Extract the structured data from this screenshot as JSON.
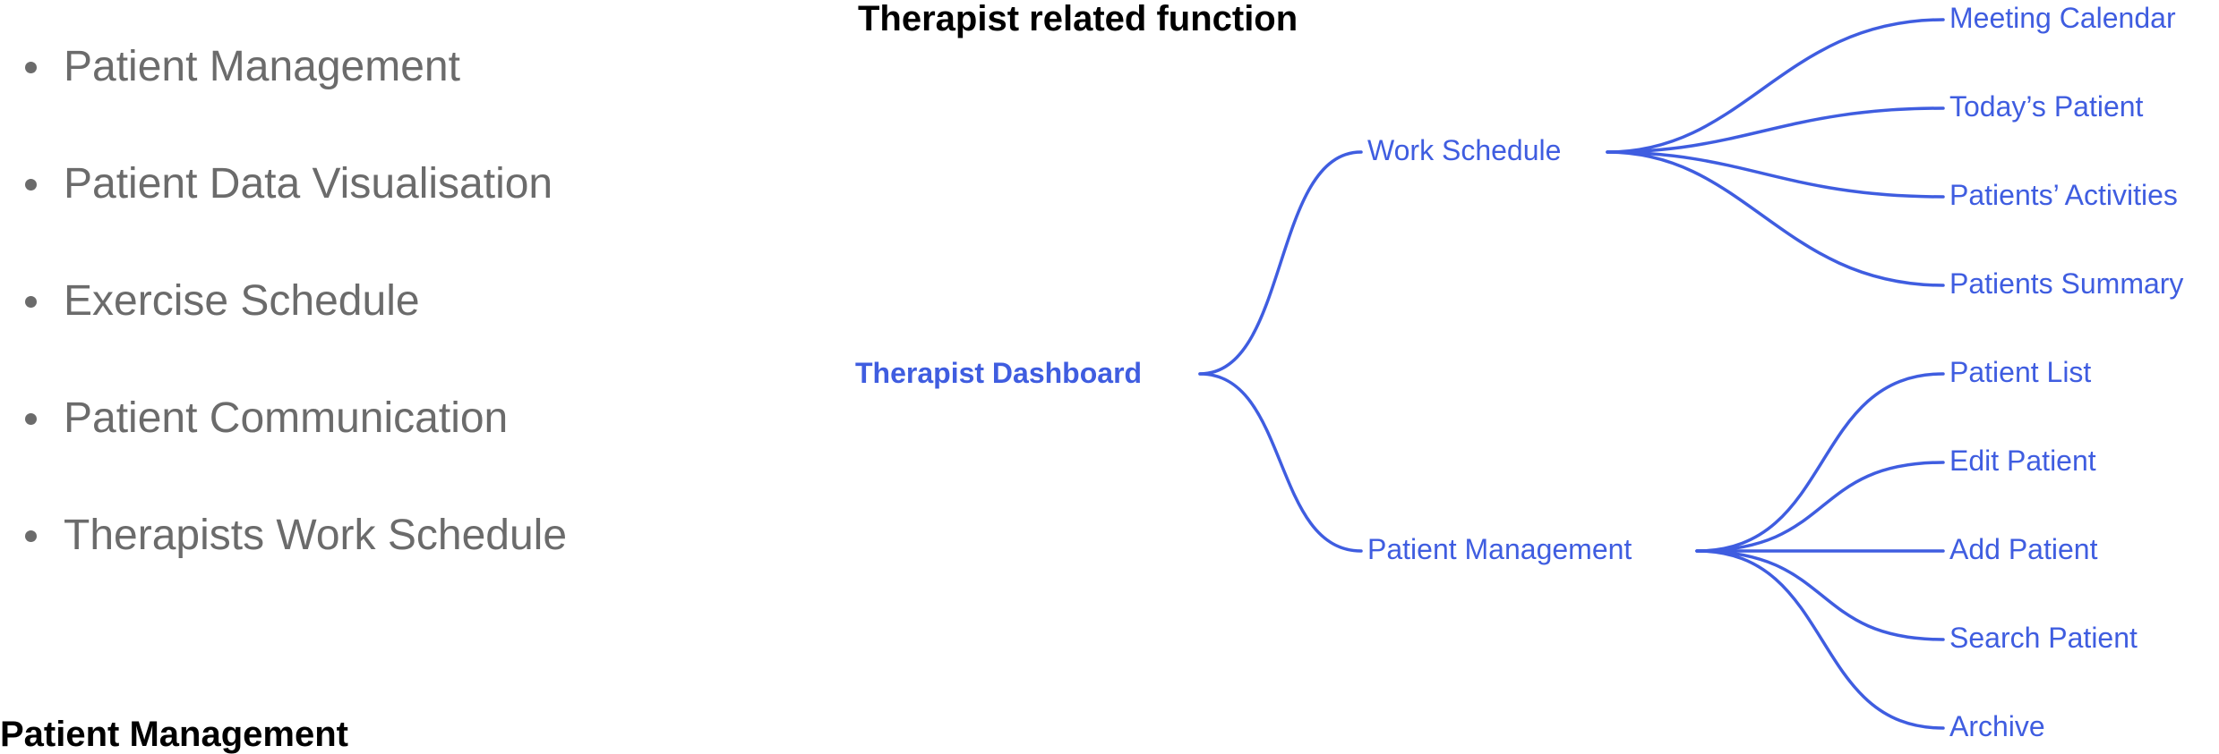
{
  "colors": {
    "accent": "#3f5de0",
    "bullet_text": "#6b6b6b",
    "heading": "#000000"
  },
  "bullets": [
    "Patient Management",
    "Patient Data Visualisation",
    "Exercise Schedule",
    "Patient Communication",
    "Therapists Work Schedule"
  ],
  "headings": {
    "top": "Therapist related function",
    "bottom": "Patient Management"
  },
  "mindmap": {
    "root": "Therapist Dashboard",
    "branches": [
      {
        "label": "Work Schedule",
        "children": [
          "Meeting Calendar",
          "Today’s Patient",
          "Patients’ Activities",
          "Patients Summary"
        ]
      },
      {
        "label": "Patient Management",
        "children": [
          "Patient List",
          "Edit Patient",
          "Add Patient",
          "Search Patient",
          "Archive"
        ]
      }
    ]
  }
}
